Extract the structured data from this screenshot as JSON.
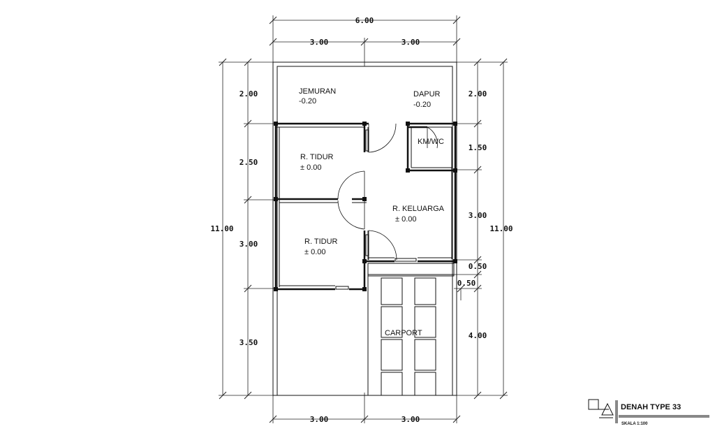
{
  "drawing": {
    "title": "DENAH TYPE 33",
    "scale": "SKALA 1:100"
  },
  "dimensions": {
    "top_total": "6.00",
    "top_left": "3.00",
    "top_right": "3.00",
    "bottom_left": "3.00",
    "bottom_right": "3.00",
    "left_total": "11.00",
    "right_total": "11.00",
    "left_jemuran": "2.00",
    "left_tidur1": "2.50",
    "left_tidur2": "3.00",
    "left_front": "3.50",
    "right_dapur": "2.00",
    "right_kmwc": "1.50",
    "right_keluarga": "3.00",
    "right_step1": "0.50",
    "right_step2": "0.50",
    "right_carport": "4.00"
  },
  "rooms": {
    "jemuran": {
      "name": "JEMURAN",
      "level": "-0.20"
    },
    "dapur": {
      "name": "DAPUR",
      "level": "-0.20"
    },
    "kmwc": {
      "name": "KM/WC"
    },
    "tidur1": {
      "name": "R. TIDUR",
      "level": "± 0.00"
    },
    "tidur2": {
      "name": "R. TIDUR",
      "level": "± 0.00"
    },
    "keluarga": {
      "name": "R. KELUARGA",
      "level": "± 0.00"
    },
    "carport": {
      "name": "CARPORT"
    }
  }
}
